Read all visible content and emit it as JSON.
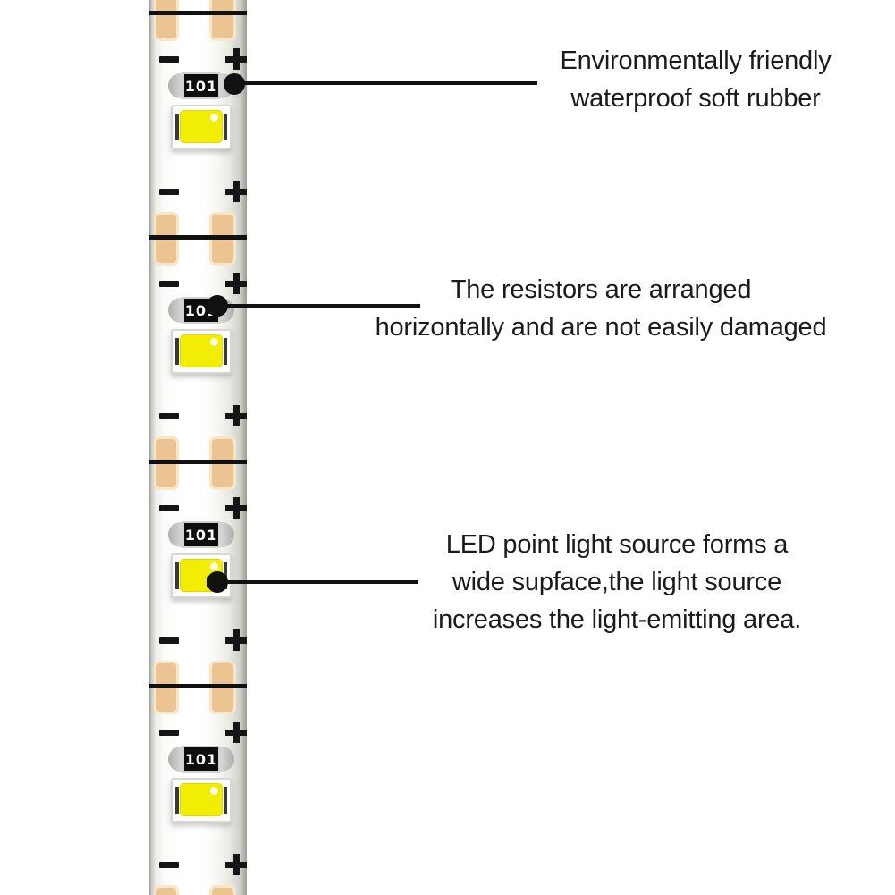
{
  "page": {
    "background": "#ffffff"
  },
  "colors": {
    "text": "#1b1b1b",
    "pad": "#ecc492",
    "pad-border": "#f7e6c8",
    "cut-line": "#111111",
    "symbol": "#151515",
    "led-emitter": "#f1ee04",
    "led-electrode": "#3a3a3a",
    "resistor-body": "#0d0d0d",
    "resistor-label": "#ffffff"
  },
  "strip": {
    "resistor_label": "101",
    "polarity_minus_symbol": "−",
    "polarity_plus_symbol": "+",
    "segment_count_visible": 4
  },
  "callouts": [
    {
      "target": "waterproof-rubber-coating",
      "lines": [
        "Environmentally friendly",
        "waterproof soft rubber"
      ]
    },
    {
      "target": "resistor",
      "lines": [
        "The resistors are arranged",
        "horizontally and are not easily damaged"
      ]
    },
    {
      "target": "led",
      "lines": [
        "LED point light source forms a",
        "wide supface,the light source",
        "increases the light-emitting area."
      ]
    }
  ]
}
